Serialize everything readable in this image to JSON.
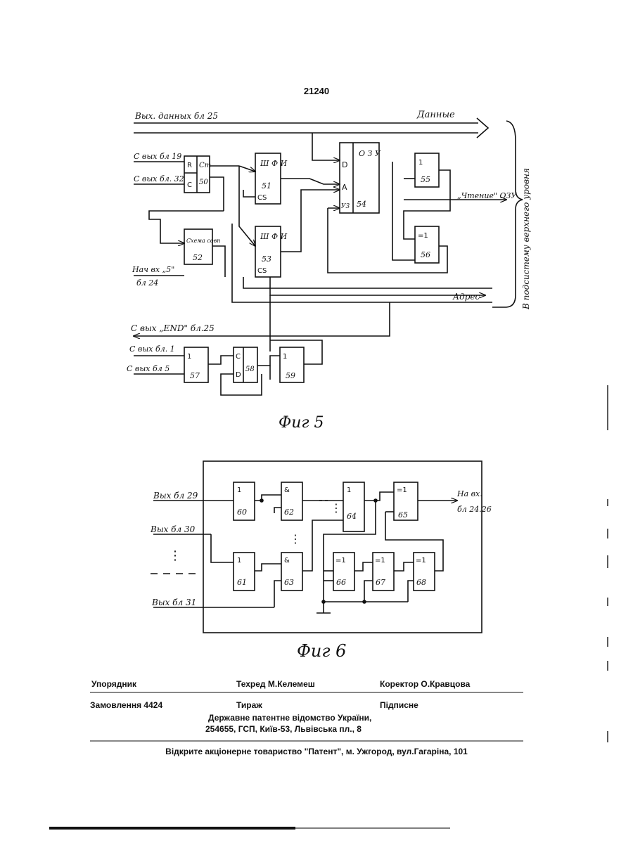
{
  "page_number": "21240",
  "fig5": {
    "caption": "Фиг 5",
    "wires": {
      "data_in": "Вых. данных бл 25",
      "data_out": "Данные",
      "c19": "С вых бл 19",
      "c32": "С вых бл. 32",
      "read_out": "„Чтение\" ОЗУ",
      "nav_in_line1": "Нач вх „5\"",
      "nav_in_line2": "бл 24",
      "address": "Адрес",
      "end_out": "С вых „END\" бл.25",
      "c1": "С вых бл. 1",
      "c5": "С вых бл 5",
      "subsystem": "В подсистему верхнего уровня"
    },
    "blocks": {
      "trigger_r": "R",
      "trigger_c": "C",
      "trigger_ct": "Ст",
      "trigger_num": "50",
      "mux1_label": "Ш Ф И",
      "mux1_num": "51",
      "mux1_cs": "CS",
      "mux2_label": "Ш Ф И",
      "mux2_num": "53",
      "mux2_cs": "CS",
      "ram_d": "D",
      "ram_a": "A",
      "ram_we": "У3",
      "ram_label": "О З У",
      "ram_num": "54",
      "or55_sym": "1",
      "or55_num": "55",
      "xor56_sym": "=1",
      "xor56_num": "56",
      "cmp_label": "Схема совп",
      "cmp_num": "52",
      "or57_sym": "1",
      "or57_num": "57",
      "dff_c": "C",
      "dff_d": "D",
      "dff_num": "58",
      "or59_sym": "1",
      "or59_num": "59"
    }
  },
  "fig6": {
    "caption": "Фиг 6",
    "inputs": [
      "Вых бл 29",
      "Вых бл 30",
      "⋮",
      "Вых бл 31"
    ],
    "output_line1": "На вх.",
    "output_line2": "бл 24.26",
    "gates": [
      {
        "sym": "1",
        "num": "60"
      },
      {
        "sym": "&",
        "num": "62"
      },
      {
        "sym": "1",
        "num": "64"
      },
      {
        "sym": "=1",
        "num": "65"
      },
      {
        "sym": "1",
        "num": "61"
      },
      {
        "sym": "&",
        "num": "63"
      },
      {
        "sym": "=1",
        "num": "66"
      },
      {
        "sym": "=1",
        "num": "67"
      },
      {
        "sym": "=1",
        "num": "68"
      }
    ]
  },
  "imprint": {
    "compiler": "Упорядник",
    "techred": "Техред М.Келемеш",
    "corrector": "Коректор О.Кравцова",
    "order": "Замовлення 4424",
    "circulation": "Тираж",
    "signed": "Підписне",
    "office": "Державне патентне відомство України,",
    "address": "254655, ГСП, Київ-53, Львівська пл., 8",
    "publisher": "Відкрите акціонерне товариство \"Патент\", м. Ужгород, вул.Гагаріна, 101"
  }
}
